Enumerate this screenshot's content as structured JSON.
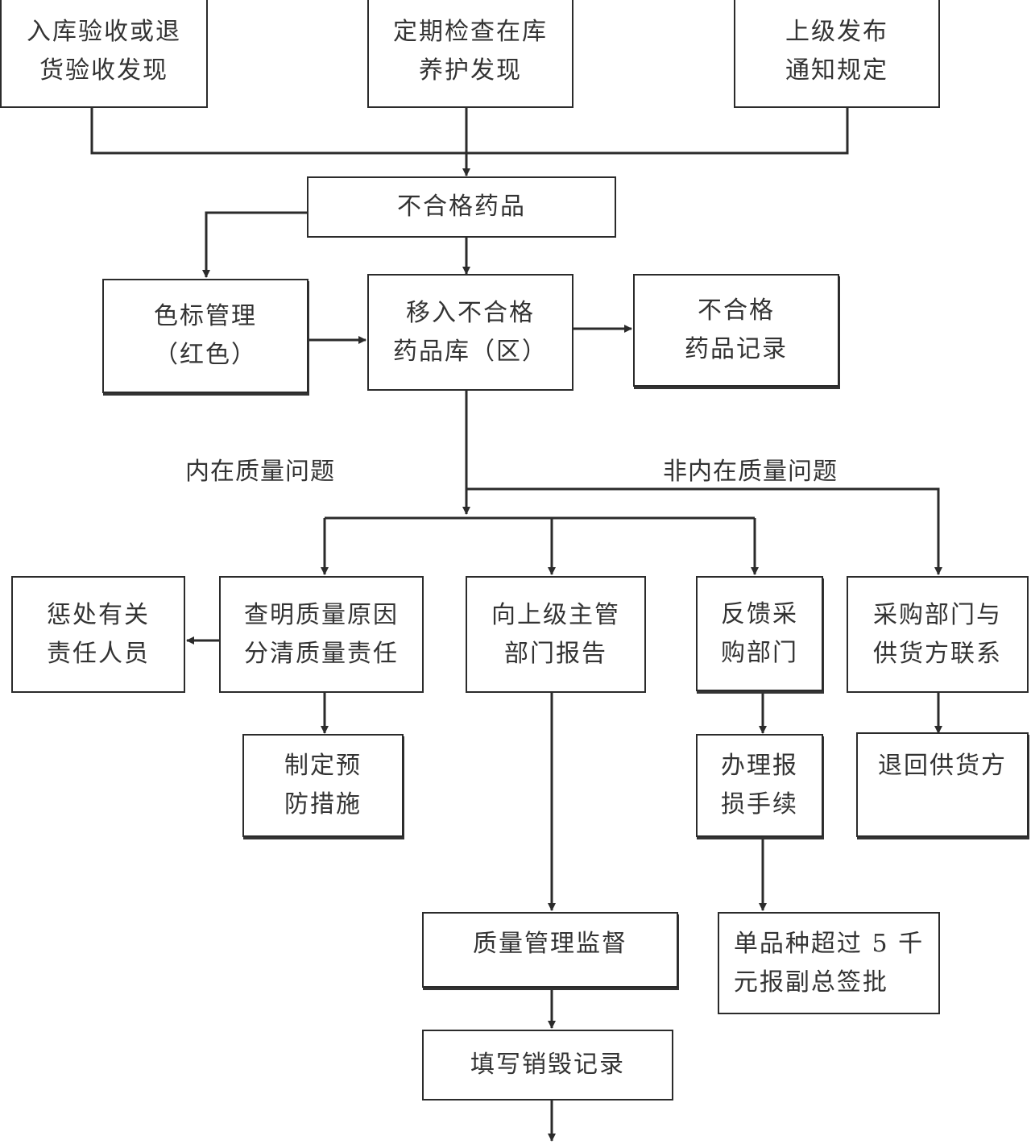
{
  "nodes": {
    "source_inbound": "入库验收或退\n货验收发现",
    "source_inspection": "定期检查在库\n养护发现",
    "source_superior": "上级发布\n通知规定",
    "unqualified_drugs": "不合格药品",
    "color_label": "色标管理\n（红色）",
    "move_to_area": "移入不合格\n药品库（区）",
    "unqualified_record": "不合格\n药品记录",
    "punish": "惩处有关\n责任人员",
    "find_cause": "查明质量原因\n分清质量责任",
    "report_superior": "向上级主管\n部门报告",
    "feedback_purchase": "反馈采\n购部门",
    "contact_supplier": "采购部门与\n供货方联系",
    "prevention": "制定预\n防措施",
    "loss_procedure": "办理报\n损手续",
    "return_supplier": "退回供货方",
    "quality_supervision": "质量管理监督",
    "approval": "单品种超过 5 千\n元报副总签批",
    "destroy_record": "填写销毁记录"
  },
  "edge_labels": {
    "intrinsic": "内在质量问题",
    "non_intrinsic": "非内在质量问题"
  },
  "colors": {
    "stroke": "#2b2b2b",
    "text": "#333333",
    "background": "#ffffff"
  }
}
